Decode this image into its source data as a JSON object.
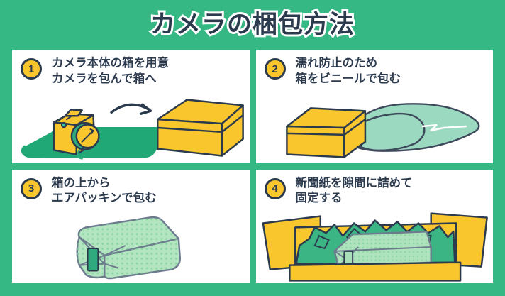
{
  "header": {
    "title": "カメラの梱包方法"
  },
  "theme": {
    "background_green": "#35b883",
    "card_white": "#ffffff",
    "ink_navy": "#2c3a4e",
    "accent_yellow": "#fac62d",
    "cloth_green": "#21a877",
    "plastic_mint": "#9bd9c0",
    "bubble_green": "#b3e6c0",
    "newspaper_green": "#3bb584",
    "tape_green": "#2fa97e"
  },
  "steps": [
    {
      "number": "1",
      "caption": "カメラ本体の箱を用意\nカメラを包んで箱へ",
      "illustration": "camera-on-cloth-with-arrow-to-box"
    },
    {
      "number": "2",
      "caption": "濡れ防止のため\n箱をビニールで包む",
      "illustration": "yellow-box-with-plastic-bag"
    },
    {
      "number": "3",
      "caption": "箱の上から\nエアパッキンで包む",
      "illustration": "bubble-wrapped-box"
    },
    {
      "number": "4",
      "caption": "新聞紙を隙間に詰めて\n固定する",
      "illustration": "open-box-filled-with-crumpled-newspaper"
    }
  ]
}
